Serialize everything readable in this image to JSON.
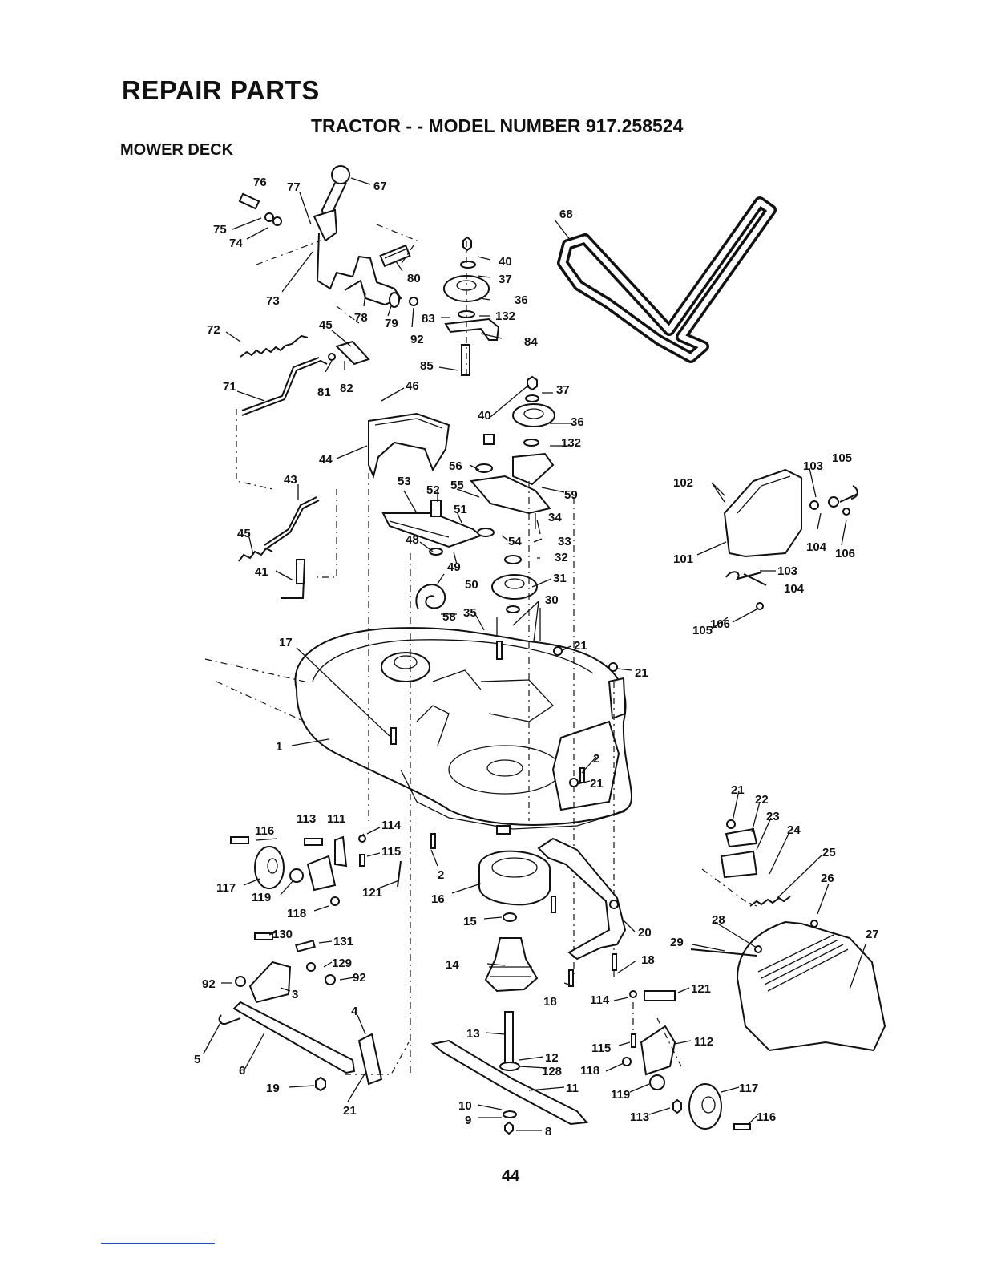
{
  "header": {
    "title": "REPAIR PARTS",
    "subtitle": "TRACTOR - - MODEL NUMBER 917.258524",
    "section": "MOWER DECK"
  },
  "footer": {
    "page_number": "44"
  },
  "callouts": [
    "76",
    "77",
    "67",
    "75",
    "74",
    "68",
    "40",
    "37",
    "80",
    "73",
    "36",
    "78",
    "79",
    "92",
    "83",
    "132",
    "84",
    "72",
    "45",
    "85",
    "81",
    "82",
    "71",
    "46",
    "37",
    "40",
    "36",
    "132",
    "103",
    "105",
    "102",
    "44",
    "56",
    "59",
    "43",
    "53",
    "52",
    "55",
    "51",
    "34",
    "54",
    "33",
    "48",
    "49",
    "32",
    "104",
    "106",
    "101",
    "103",
    "104",
    "45",
    "41",
    "50",
    "31",
    "30",
    "58",
    "35",
    "105",
    "106",
    "21",
    "17",
    "21",
    "1",
    "2",
    "21",
    "21",
    "22",
    "23",
    "113",
    "111",
    "116",
    "114",
    "24",
    "115",
    "25",
    "117",
    "119",
    "121",
    "2",
    "26",
    "118",
    "16",
    "15",
    "28",
    "27",
    "130",
    "131",
    "20",
    "29",
    "18",
    "129",
    "14",
    "92",
    "92",
    "3",
    "18",
    "114",
    "121",
    "4",
    "13",
    "12",
    "115",
    "112",
    "5",
    "6",
    "128",
    "118",
    "11",
    "19",
    "117",
    "21",
    "119",
    "10",
    "116",
    "9",
    "113",
    "8"
  ]
}
